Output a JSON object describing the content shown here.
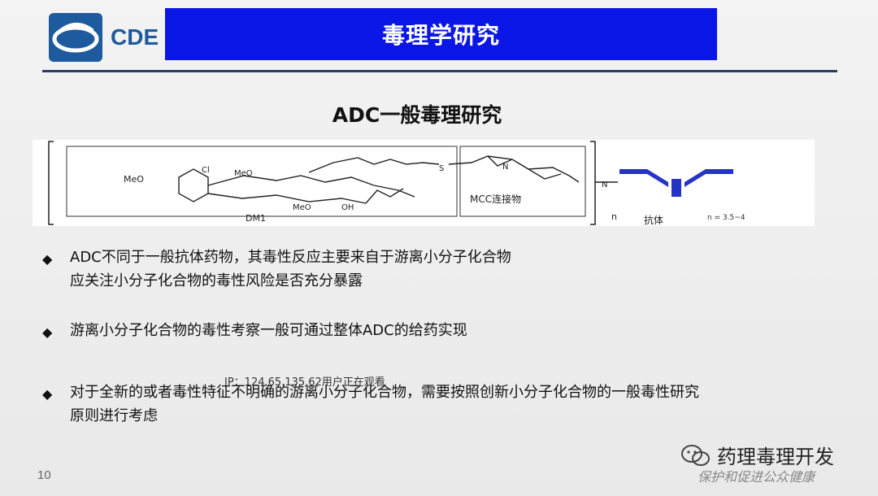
{
  "header": {
    "logo_text": "CDE",
    "banner_title": "毒理学研究"
  },
  "slide": {
    "subtitle": "ADC一般毒理研究",
    "figure": {
      "label_dm1": "DM1",
      "label_linker": "MCC连接物",
      "label_antibody": "抗体",
      "label_n": "n",
      "label_ratio": "n = 3.5~4",
      "atoms": [
        "MeO",
        "MeO",
        "Cl",
        "N",
        "O",
        "S",
        "OH"
      ]
    },
    "bullets": [
      {
        "line1": "ADC不同于一般抗体药物，其毒性反应主要来自于游离小分子化合物",
        "line2": "应关注小分子化合物的毒性风险是否充分暴露"
      },
      {
        "line1": "游离小分子化合物的毒性考察一般可通过整体ADC的给药实现",
        "line2": ""
      },
      {
        "line1": "对于全新的或者毒性特征不明确的游离小分子化合物，需要按照创新小分子化合物的一般毒性研究",
        "line2": "原则进行考虑"
      }
    ],
    "bullet_symbol": "◆",
    "ip_note": "IP：124.65.135.62用户正在观看",
    "page_number": "10"
  },
  "watermark": {
    "name": "药理毒理开发",
    "slogan": "保护和促进公众健康"
  },
  "colors": {
    "banner": "#0a16e6",
    "rule": "#2a3f66",
    "logo": "#1d5a9e",
    "antibody": "#2633c8"
  }
}
